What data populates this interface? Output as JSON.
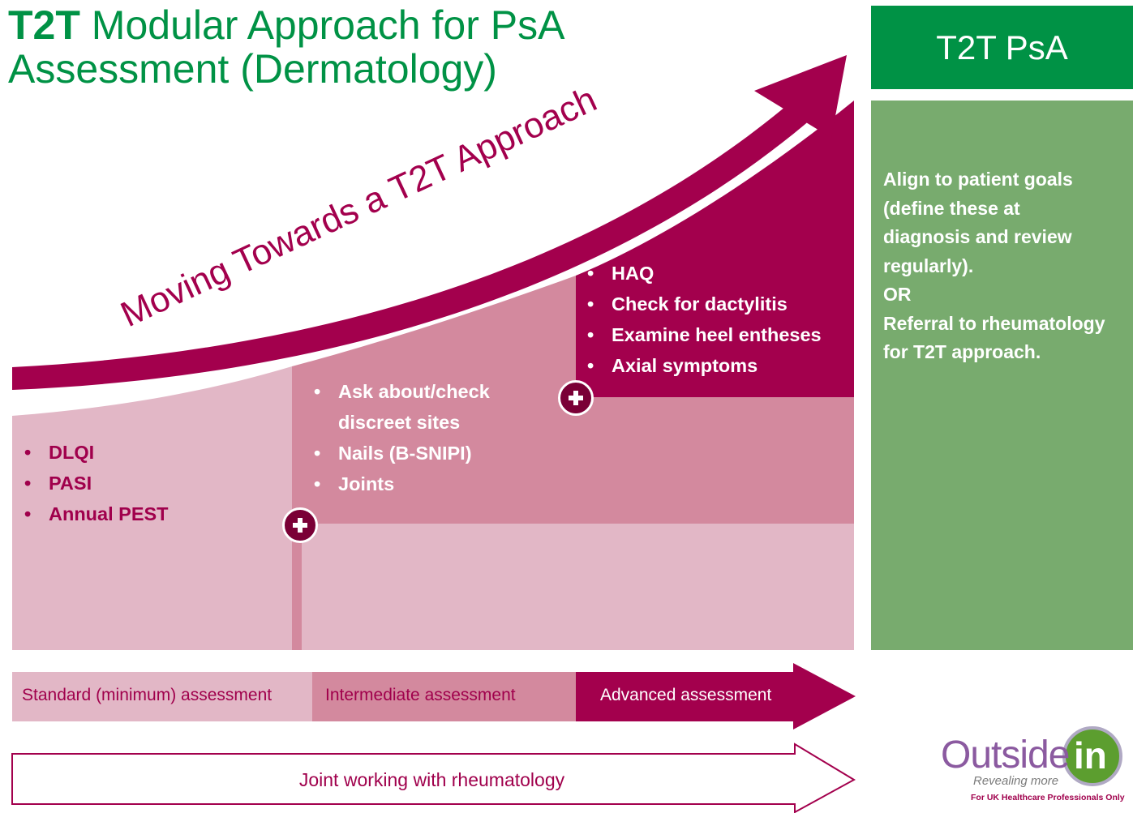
{
  "title": {
    "bold": "T2T",
    "line1": " Modular Approach for PsA",
    "line2": "Assessment (Dermatology)"
  },
  "arrow_label": "Moving Towards a T2T Approach",
  "t2t_panel": {
    "header": "T2T PsA",
    "lines": [
      "Align to patient goals",
      "(define these at",
      "diagnosis and review",
      "regularly).",
      "OR",
      "Referral to rheumatology",
      "for T2T approach."
    ]
  },
  "standard_items": [
    "DLQI",
    "PASI",
    "Annual PEST"
  ],
  "intermediate_items": [
    "Ask about/check",
    "discreet sites",
    "Nails (B-SNIPI)",
    "Joints"
  ],
  "advanced_items": [
    "HAQ",
    "Check for dactylitis",
    "Examine heel entheses",
    "Axial symptoms"
  ],
  "stages": {
    "standard": "Standard (minimum) assessment",
    "intermediate": "Intermediate assessment",
    "advanced": "Advanced assessment"
  },
  "joint_working": "Joint working with rheumatology",
  "logo": {
    "word": "Outside",
    "in": "in",
    "tagline": "Revealing more",
    "note": "For UK Healthcare Professionals Only"
  },
  "colors": {
    "green": "#009245",
    "light_green": "#78ab6e",
    "magenta": "#a0004c",
    "pink_light": "#e2b7c6",
    "pink_mid": "#d3899e"
  }
}
